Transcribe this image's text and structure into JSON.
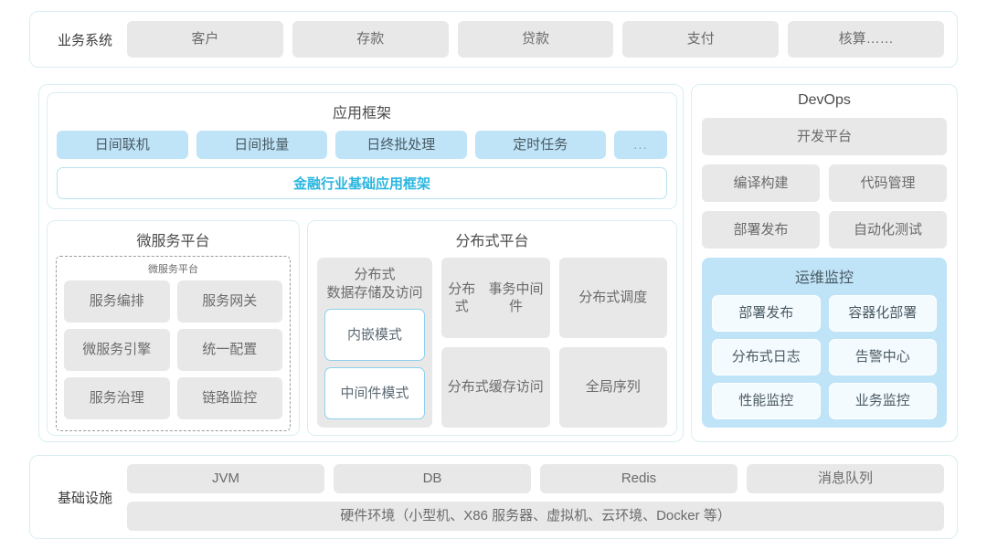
{
  "colors": {
    "panel_border": "#d9eef2",
    "chip_gray": "#e8e8e8",
    "chip_blue": "#bfe4f8",
    "accent_cyan": "#2ab6e0",
    "text_gray": "#6b6b6b"
  },
  "business_row": {
    "label": "业务系统",
    "items": [
      "客户",
      "存款",
      "贷款",
      "支付",
      "核算……"
    ]
  },
  "app_framework": {
    "title": "应用框架",
    "items": [
      "日间联机",
      "日间批量",
      "日终批处理",
      "定时任务"
    ],
    "more_label": "...",
    "base_bar": "金融行业基础应用框架"
  },
  "microservice_platform": {
    "title": "微服务平台",
    "inner_title": "微服务平台",
    "items": [
      "服务编排",
      "服务网关",
      "微服务引擎",
      "统一配置",
      "服务治理",
      "链路监控"
    ]
  },
  "distributed_platform": {
    "title": "分布式平台",
    "storage_column": {
      "label": "分布式\n数据存储及访问",
      "label_line1": "分布式",
      "label_line2": "数据存储及访问",
      "modes": [
        "内嵌模式",
        "中间件模式"
      ]
    },
    "cells": [
      {
        "line1": "分布式",
        "line2": "事务中间件"
      },
      {
        "line1": "分布式调度",
        "line2": ""
      },
      {
        "line1": "分布式",
        "line2": "缓存访问"
      },
      {
        "line1": "全局序列",
        "line2": ""
      }
    ]
  },
  "devops": {
    "title": "DevOps",
    "platform": "开发平台",
    "items": [
      "编译构建",
      "代码管理",
      "部署发布",
      "自动化测试"
    ],
    "ops_monitor": {
      "title": "运维监控",
      "items": [
        "部署发布",
        "容器化部署",
        "分布式日志",
        "告警中心",
        "性能监控",
        "业务监控"
      ]
    }
  },
  "infrastructure": {
    "label": "基础设施",
    "items": [
      "JVM",
      "DB",
      "Redis",
      "消息队列"
    ],
    "hardware": "硬件环境（小型机、X86 服务器、虚拟机、云环境、Docker 等）"
  }
}
